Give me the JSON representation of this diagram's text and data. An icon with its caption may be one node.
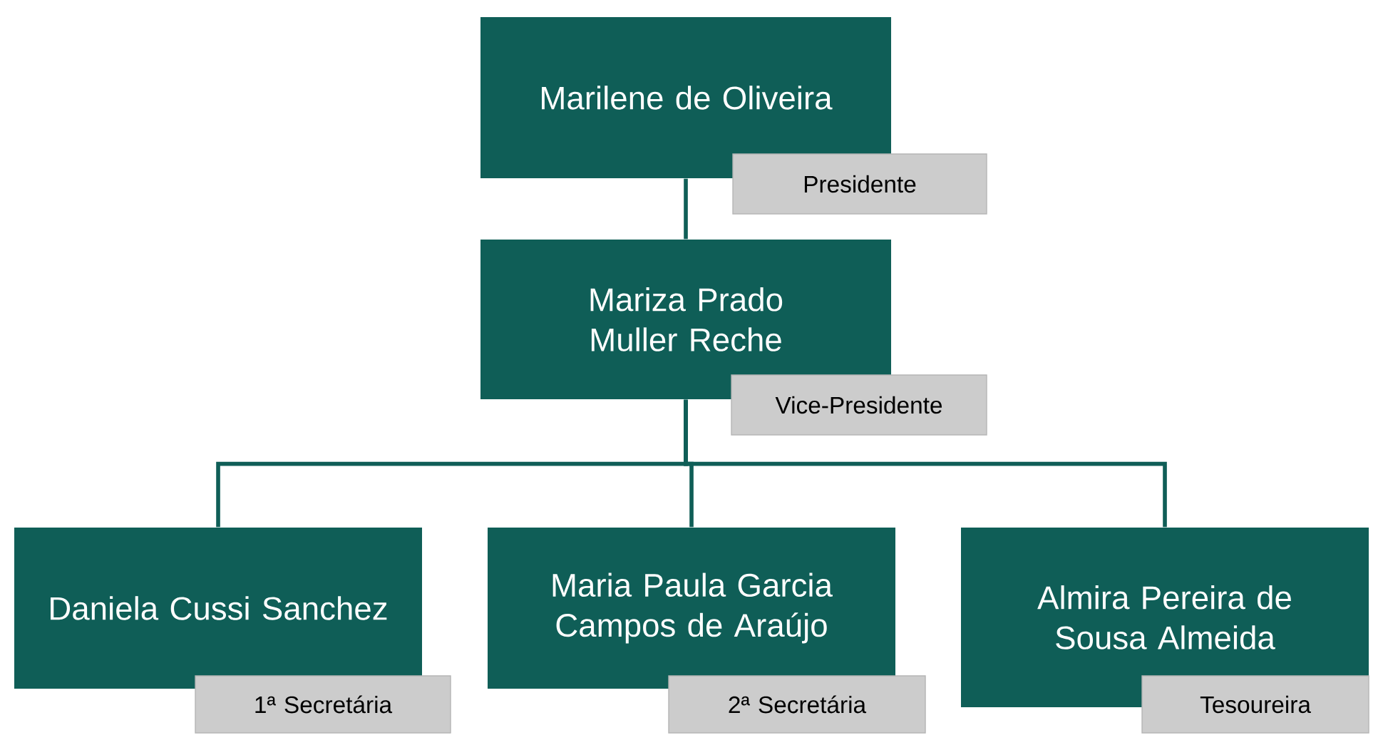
{
  "diagram": {
    "nodes": [
      {
        "text": [
          "Marilene de Oliveira"
        ]
      },
      {
        "text": [
          "Presidente"
        ]
      },
      {
        "text": [
          "Mariza Prado Muller Reche"
        ]
      },
      {
        "text": [
          "Vice-Presidente"
        ]
      },
      {
        "text": [
          "Daniela Cussi Sanchez"
        ]
      },
      {
        "text": [
          "1ª Secretária"
        ]
      },
      {
        "text": [
          "Maria Paula Garcia Campos de Araújo"
        ]
      },
      {
        "text": [
          "2ª Secretária"
        ]
      },
      {
        "text": [
          "Almira Pereira de Sousa Almeida"
        ]
      },
      {
        "text": [
          "Tesoureira"
        ]
      }
    ],
    "edges": [
      {
        "from": 0,
        "to": 2,
        "arrow": "none"
      },
      {
        "from": 2,
        "to": 4,
        "arrow": "none"
      },
      {
        "from": 2,
        "to": 6,
        "arrow": "none"
      },
      {
        "from": 2,
        "to": 8,
        "arrow": "none"
      }
    ]
  }
}
